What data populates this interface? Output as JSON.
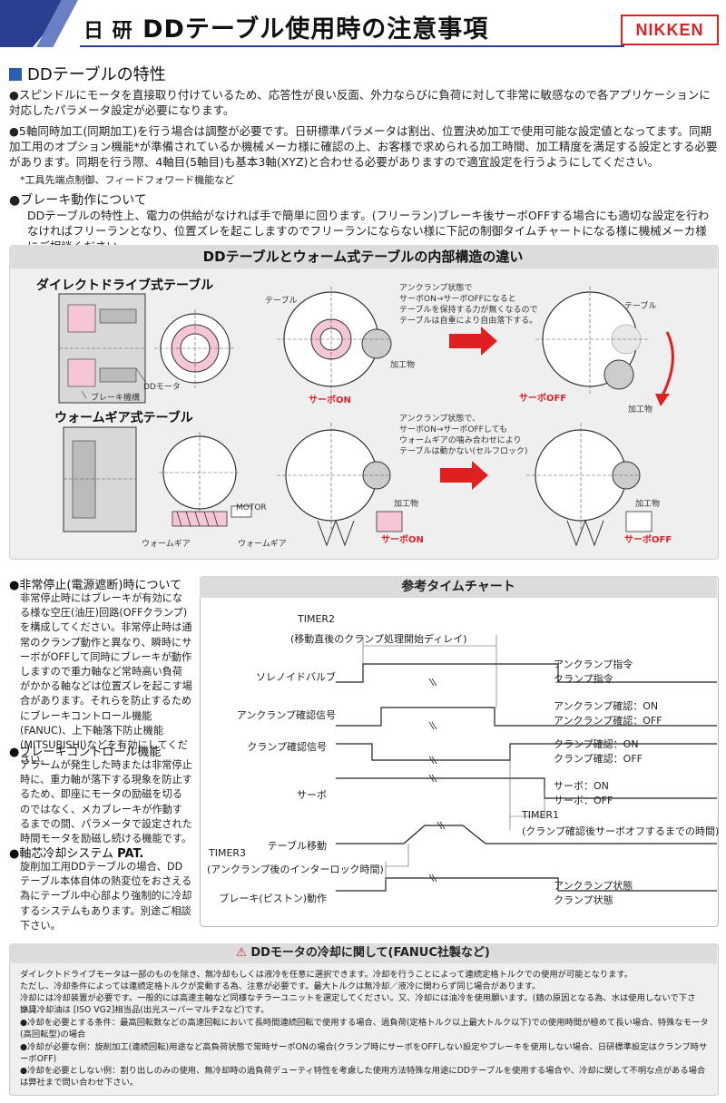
{
  "header": {
    "title_prefix": "日 研",
    "title": "DDテーブル使用時の注意事項",
    "logo": "NIKKEN"
  },
  "section": {
    "title": "DDテーブルの特性",
    "para1": "●スピンドルにモータを直接取り付けているため、応答性が良い反面、外力ならびに負荷に対して非常に敏感なので各アプリケーションに対応したパラメータ設定が必要になります。",
    "para2": "●5軸同時加工(同期加工)を行う場合は調整が必要です。日研標準パラメータは割出、位置決め加工で使用可能な設定値となってます。同期加工用のオプション機能*が準備されているか機械メーカ様に確認の上、お客様で求められる加工時間、加工精度を満足する設定とする必要があります。同期を行う際、4軸目(5軸目)も基本3軸(XYZ)と合わせる必要がありますので適宜設定を行うようにしてください。",
    "note": "*工具先端点制御、フィードフォワード機能など",
    "brake_title": "●ブレーキ動作について",
    "brake_body": "DDテーブルの特性上、電力の供給がなければ手で簡単に回ります。(フリーラン)ブレーキ後サーボOFFする場合にも適切な設定を行わなければフリーランとなり、位置ズレを起こしますのでフリーランにならない様に下記の制御タイムチャートになる様に機械メーカ様にご相談ください。"
  },
  "diagram": {
    "title": "DDテーブルとウォーム式テーブルの内部構造の違い",
    "dd_title": "ダイレクトドライブ式テーブル",
    "worm_title": "ウォームギア式テーブル",
    "labels": {
      "brake": "ブレーキ機構",
      "dd_motor": "DDモータ",
      "table1": "テーブル",
      "table2": "テーブル",
      "work1": "加工物",
      "work2": "加工物",
      "work3": "加工物",
      "work4": "加工物",
      "servo_on1": "サーボON",
      "servo_off1": "サーボOFF",
      "servo_on2": "サーボON",
      "servo_off2": "サーボOFF",
      "worm1": "ウォームギア",
      "worm2": "ウォームギア",
      "motor": "MOTOR",
      "dd_note": "アンクランプ状態で\nサーボON→サーボOFFになると\nテーブルを保持する力が無くなるので\nテーブルは自重により自由落下する。",
      "worm_note": "アンクランプ状態で、\nサーボON→サーボOFFしても\nウォームギアの噛み合わせにより\nテーブルは動かない(セルフロック)"
    }
  },
  "left_col": {
    "estop_title": "●非常停止(電源遮断)時について",
    "estop_body": "非常停止時にはブレーキが有効になる様な空圧(油圧)回路(OFFクランプ)を構成してください。非常停止時は通常のクランプ動作と異なり、瞬時にサーボがOFFして同時にブレーキが動作しますので重力軸など常時高い負荷がかかる軸などは位置ズレを起こす場合があります。それらを防止するためにブレーキコントロール機能(FANUC)、上下軸落下防止機能(MITSUBISHI)などを有効にしてください。",
    "bc_title": "●ブレーキコントロール機能",
    "bc_body": "アラームが発生した時または非常停止時に、重力軸が落下する現象を防止するため、即座にモータの励磁を切るのではなく、メカブレーキが作動するまでの間、パラメータで設定された時間モータを励磁し続ける機能です。",
    "cool_title": "●軸芯冷却システム",
    "cool_pat": "PAT.",
    "cool_body": "旋削加工用DDテーブルの場合、DDテーブル本体自体の熱変位をおさえる為にテーブル中心部より強制的に冷却するシステムもあります。別途ご相談下さい。"
  },
  "timing": {
    "title": "参考タイムチャート",
    "timer2": "TIMER2",
    "timer2_desc": "(移動直後のクランプ処理開始ディレイ)",
    "timer1": "TIMER1",
    "timer1_desc": "(クランプ確認後サーボオフするまでの時間)",
    "timer3": "TIMER3",
    "timer3_desc": "(アンクランプ後のインターロック時間)",
    "signals": [
      {
        "name": "ソレノイドバルブ",
        "hi": "アンクランプ指令",
        "lo": "クランプ指令"
      },
      {
        "name": "アンクランプ確認信号",
        "hi": "アンクランプ確認：ON",
        "lo": "アンクランプ確認：OFF"
      },
      {
        "name": "クランプ確認信号",
        "hi": "クランプ確認：ON",
        "lo": "クランプ確認：OFF"
      },
      {
        "name": "サーボ",
        "hi": "サーボ：ON",
        "lo": "サーボ：OFF"
      },
      {
        "name": "テーブル移動",
        "hi": "",
        "lo": ""
      },
      {
        "name": "ブレーキ(ピストン)動作",
        "hi": "アンクランプ状態",
        "lo": "クランプ状態"
      }
    ]
  },
  "cooling": {
    "title": "DDモータの冷却に関して(FANUC社製など)",
    "line1": "ダイレクトドライブモータは一部のものを除き、無冷却もしくは液冷を任意に選択できます。冷却を行うことによって連続定格トルクでの使用が可能となります。",
    "line2": "ただし、冷却条件によっては連続定格トルクが変動する為、注意が必要です。最大トルクは無冷却／液冷に関わらず同じ場合があります。",
    "line3": "冷却には冷却装置が必要です。一般的には高速主軸など同様なチラーユニットを選定してください。又、冷却には油冷を使用願います。(錆の原因となる為、水は使用しないで下さい。)",
    "line4": "推奨冷却油は [ISO VG2]相当品(出光スーパーマルチ2など)です。",
    "line5": "●冷却を必要とする条件：最高回転数などの高速回転において長時間連続回転で使用する場合、過負荷(定格トルク以上最大トルク以下)での使用時間が極めて長い場合、特殊なモータ(高回転型)の場合",
    "line6": "●冷却が必要な例：旋削加工(連続回転)用途など高負荷状態で常時サーボONの場合(クランプ時にサーボをOFFしない設定やブレーキを使用しない場合、日研標準設定はクランプ時サーボOFF)",
    "line7": "●冷却を必要としない例：割り出しのみの使用、無冷却時の過負荷デューティ特性を考慮した使用方法特殊な用途にDDテーブルを使用する場合や、冷却に関して不明な点がある場合は弊社まで問い合わせ下さい。"
  }
}
